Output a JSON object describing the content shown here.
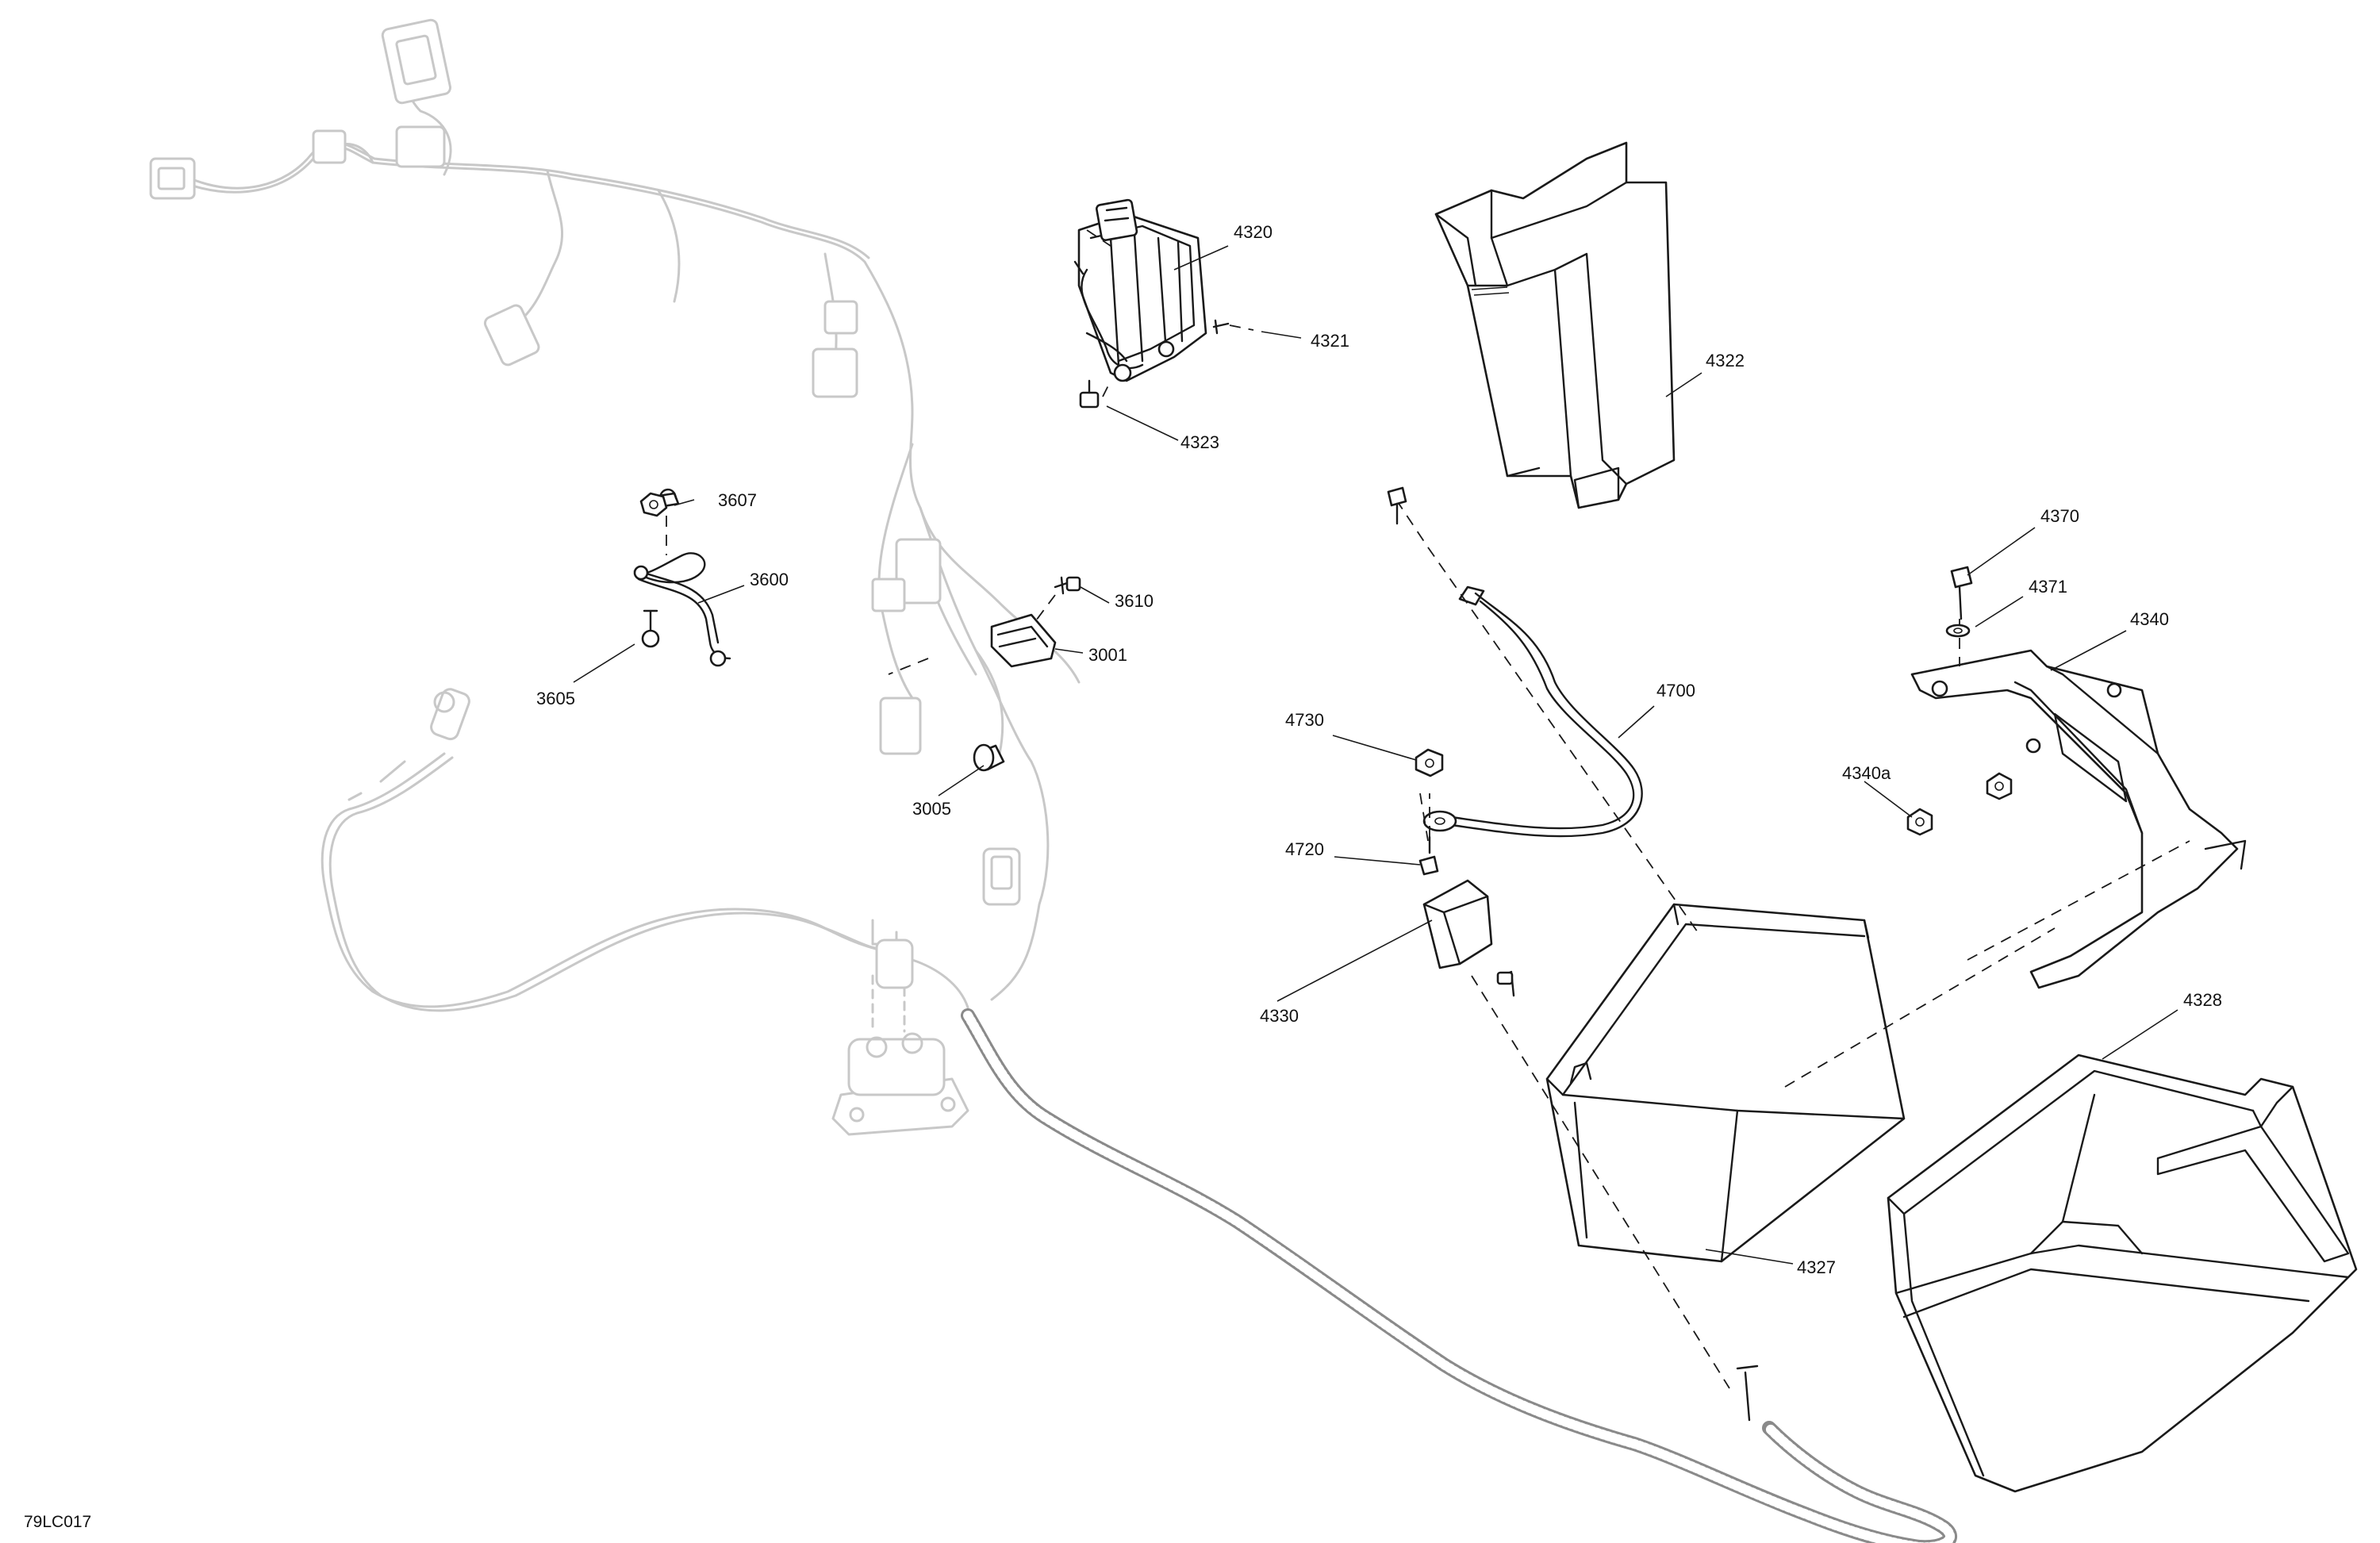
{
  "diagram_code": "79LC017",
  "callouts": {
    "c4320": "4320",
    "c4321": "4321",
    "c4323": "4323",
    "c4322": "4322",
    "c3607": "3607",
    "c3600": "3600",
    "c3605": "3605",
    "c3610": "3610",
    "c3001": "3001",
    "c3005": "3005",
    "c4370": "4370",
    "c4371": "4371",
    "c4340": "4340",
    "c4340a": "4340a",
    "c4730": "4730",
    "c4700": "4700",
    "c4720": "4720",
    "c4330": "4330",
    "c4328": "4328",
    "c4327": "4327"
  }
}
